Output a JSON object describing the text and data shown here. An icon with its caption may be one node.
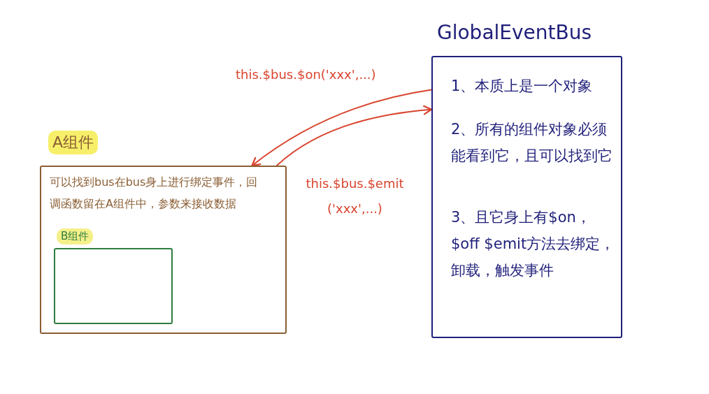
{
  "diagram": {
    "nodes": [
      {
        "text": [
          "A组件",
          "可以找到bus在bus身上进行绑定事件，回调函数留在A组件中，参数来接收数据"
        ]
      },
      {
        "text": [
          "B组件"
        ],
        "in": 0
      },
      {
        "text": [
          "GlobalEventBus",
          "1、本质上是一个对象",
          "2、所有的组件对象必须能看到它，且可以找到它",
          "3、且它身上有$on，$off $emit方法去绑定，卸载，触发事件"
        ]
      }
    ],
    "edges": [
      {
        "from": 2,
        "to": 0,
        "arrow": "to",
        "label": "this.$bus.$on('xxx',...)"
      },
      {
        "from": 0,
        "to": 2,
        "arrow": "to",
        "label": "this.$bus.$emit ('xxx',...)"
      }
    ]
  }
}
